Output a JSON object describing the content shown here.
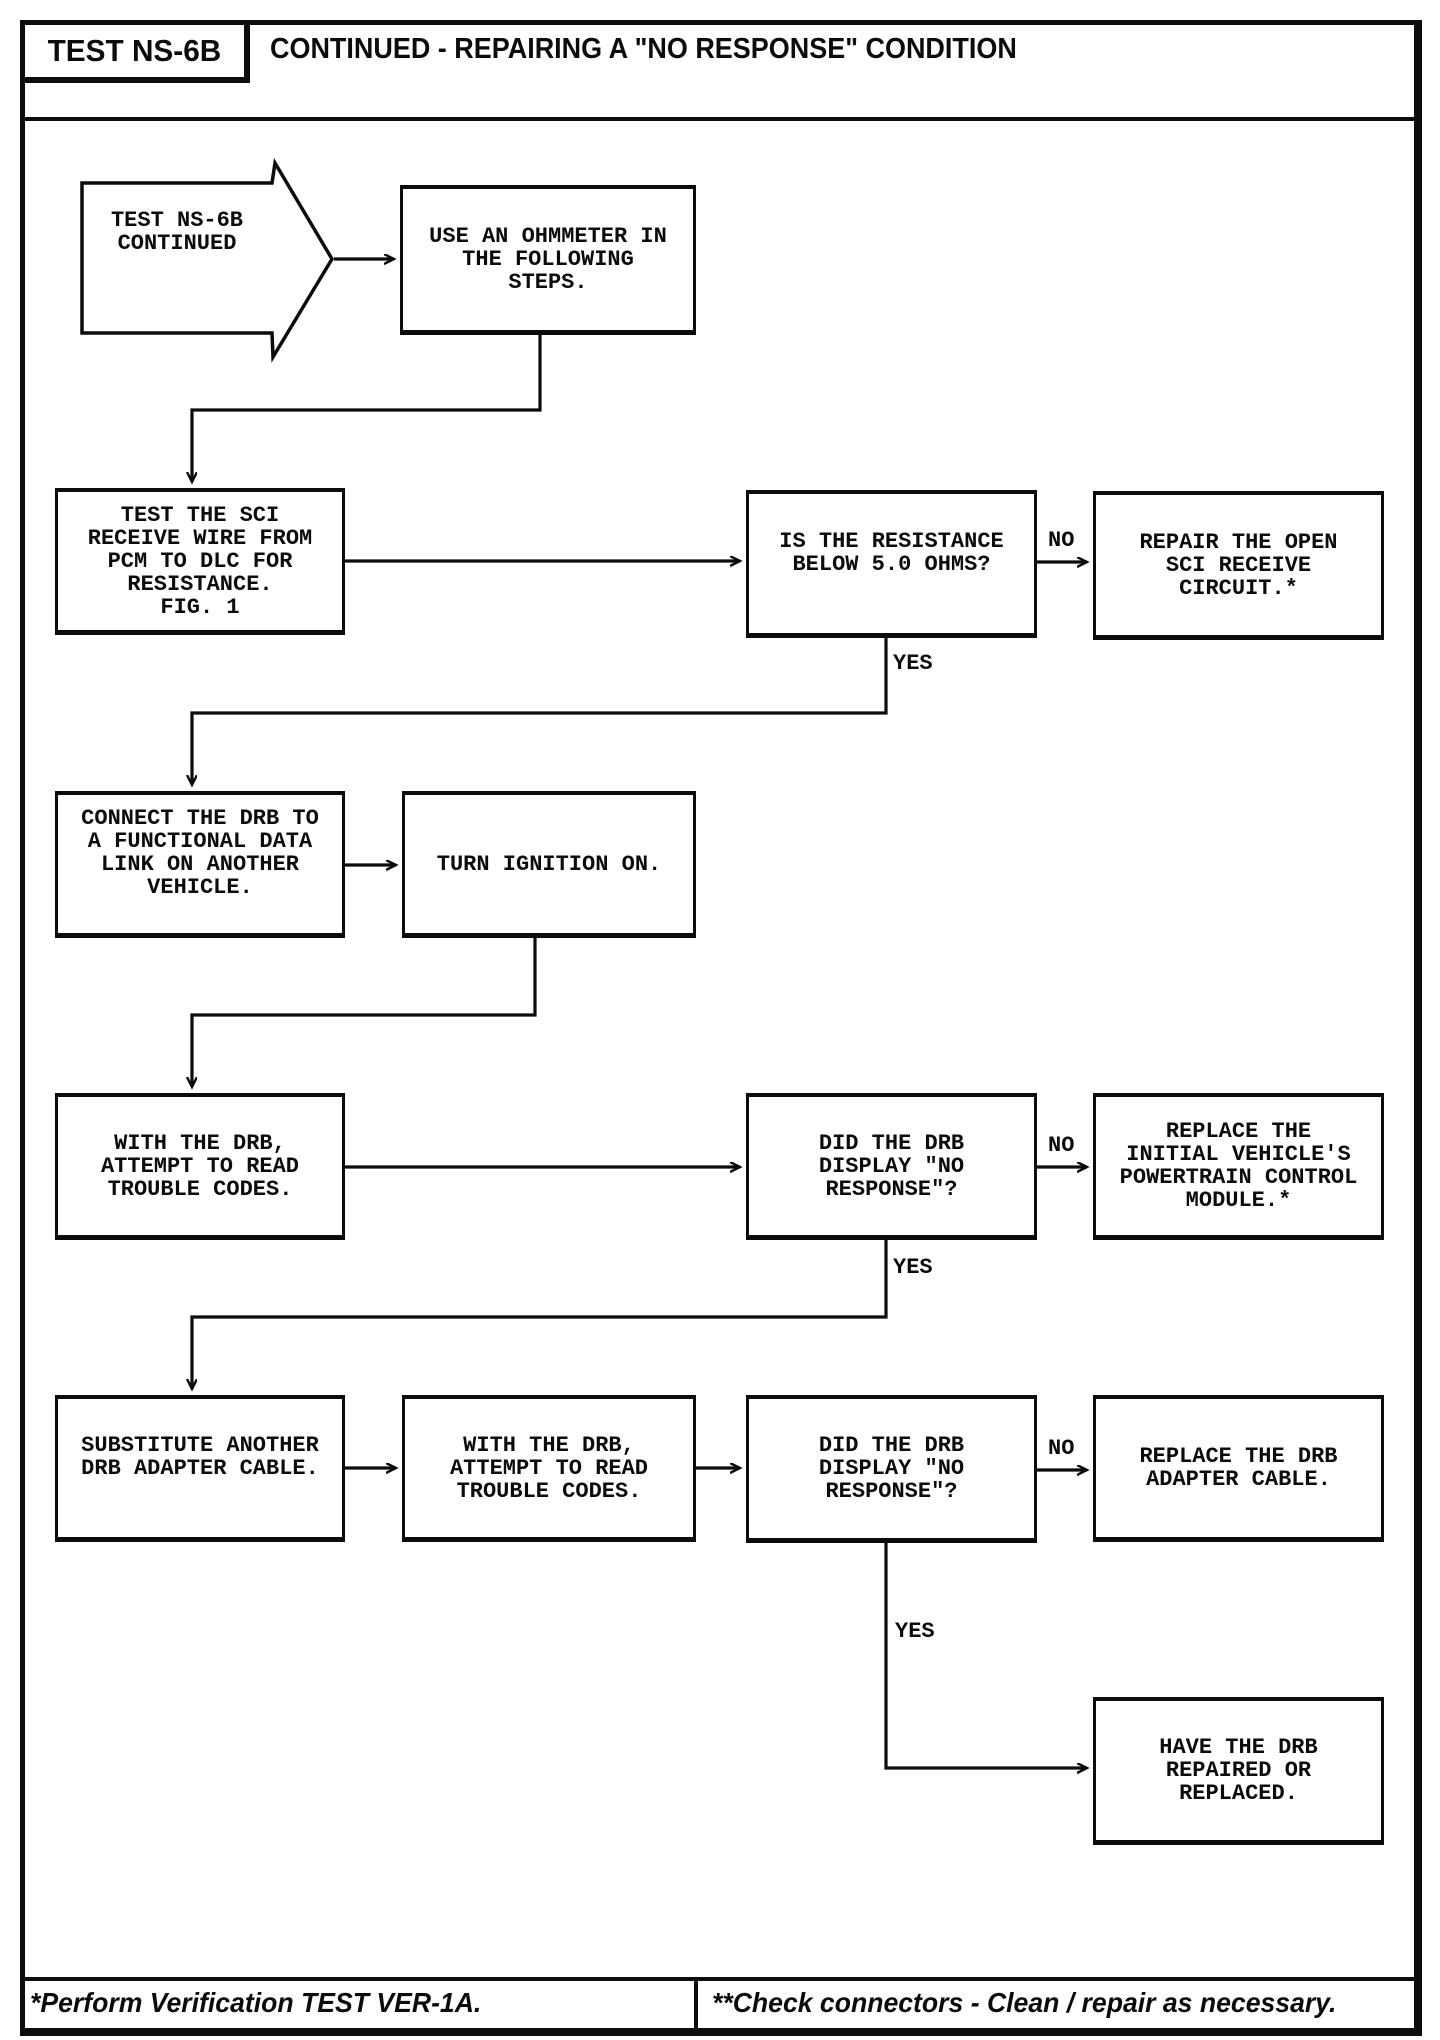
{
  "header": {
    "test_id": "TEST NS-6B",
    "title": "CONTINUED - REPAIRING A \"NO RESPONSE\" CONDITION"
  },
  "labels": {
    "yes": "YES",
    "no": "NO"
  },
  "nodes": {
    "start": "TEST NS-6B\nCONTINUED",
    "use_ohmmeter": "USE AN OHMMETER IN\nTHE FOLLOWING\nSTEPS.",
    "test_sci": "TEST THE SCI\nRECEIVE WIRE FROM\nPCM TO DLC FOR\nRESISTANCE.\nFIG. 1",
    "q_resistance": "IS THE RESISTANCE\nBELOW 5.0 OHMS?",
    "repair_sci": "REPAIR THE OPEN\nSCI RECEIVE\nCIRCUIT.*",
    "connect_drb": "CONNECT THE DRB TO\nA FUNCTIONAL DATA\nLINK ON ANOTHER\nVEHICLE.",
    "ignition_on": "TURN IGNITION ON.",
    "read_codes_1": "WITH THE DRB,\nATTEMPT TO READ\nTROUBLE CODES.",
    "q_no_response_1": "DID THE DRB\nDISPLAY \"NO\nRESPONSE\"?",
    "replace_pcm": "REPLACE THE\nINITIAL VEHICLE'S\nPOWERTRAIN CONTROL\nMODULE.*",
    "substitute_cable": "SUBSTITUTE ANOTHER\nDRB ADAPTER CABLE.",
    "read_codes_2": "WITH THE DRB,\nATTEMPT TO READ\nTROUBLE CODES.",
    "q_no_response_2": "DID THE DRB\nDISPLAY \"NO\nRESPONSE\"?",
    "replace_cable": "REPLACE THE DRB\nADAPTER CABLE.",
    "repair_drb": "HAVE THE DRB\nREPAIRED OR\nREPLACED."
  },
  "edges": [
    {
      "from": "start",
      "to": "use_ohmmeter",
      "label": ""
    },
    {
      "from": "use_ohmmeter",
      "to": "test_sci",
      "label": ""
    },
    {
      "from": "test_sci",
      "to": "q_resistance",
      "label": ""
    },
    {
      "from": "q_resistance",
      "to": "repair_sci",
      "label": "NO"
    },
    {
      "from": "q_resistance",
      "to": "connect_drb",
      "label": "YES"
    },
    {
      "from": "connect_drb",
      "to": "ignition_on",
      "label": ""
    },
    {
      "from": "ignition_on",
      "to": "read_codes_1",
      "label": ""
    },
    {
      "from": "read_codes_1",
      "to": "q_no_response_1",
      "label": ""
    },
    {
      "from": "q_no_response_1",
      "to": "replace_pcm",
      "label": "NO"
    },
    {
      "from": "q_no_response_1",
      "to": "substitute_cable",
      "label": "YES"
    },
    {
      "from": "substitute_cable",
      "to": "read_codes_2",
      "label": ""
    },
    {
      "from": "read_codes_2",
      "to": "q_no_response_2",
      "label": ""
    },
    {
      "from": "q_no_response_2",
      "to": "replace_cable",
      "label": "NO"
    },
    {
      "from": "q_no_response_2",
      "to": "repair_drb",
      "label": "YES"
    }
  ],
  "footer": {
    "left": "*Perform Verification TEST VER-1A.",
    "right": "**Check connectors - Clean / repair as necessary."
  }
}
